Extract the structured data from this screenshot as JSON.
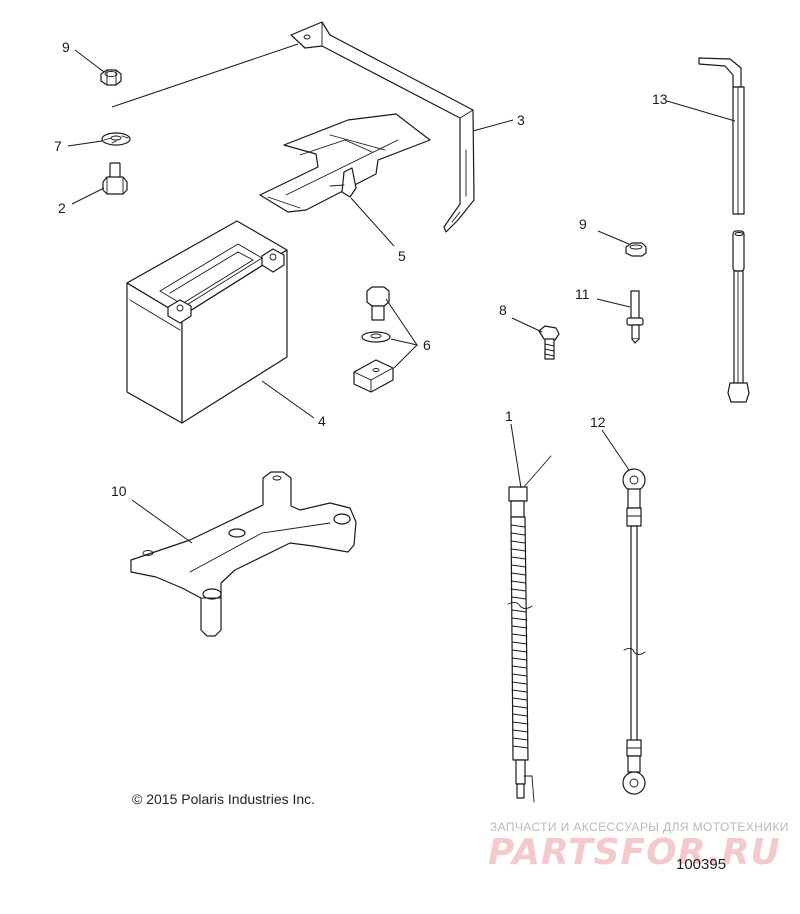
{
  "callouts": {
    "c1": "1",
    "c2": "2",
    "c3": "3",
    "c4": "4",
    "c5": "5",
    "c6": "6",
    "c7": "7",
    "c8": "8",
    "c9a": "9",
    "c9b": "9",
    "c10": "10",
    "c11": "11",
    "c12": "12",
    "c13": "13"
  },
  "copyright": "© 2015 Polaris Industries Inc.",
  "figure_number": "100395",
  "watermark": {
    "caption": "ЗАПЧАСТИ И АКСЕССУАРЫ ДЛЯ МОТОТЕХНИКИ",
    "logo": "PARTSFOR.RU"
  },
  "colors": {
    "line": "#1a1a1a",
    "watermark_caption": "#b9b9b9",
    "watermark_logo": "#f3c9cc"
  }
}
